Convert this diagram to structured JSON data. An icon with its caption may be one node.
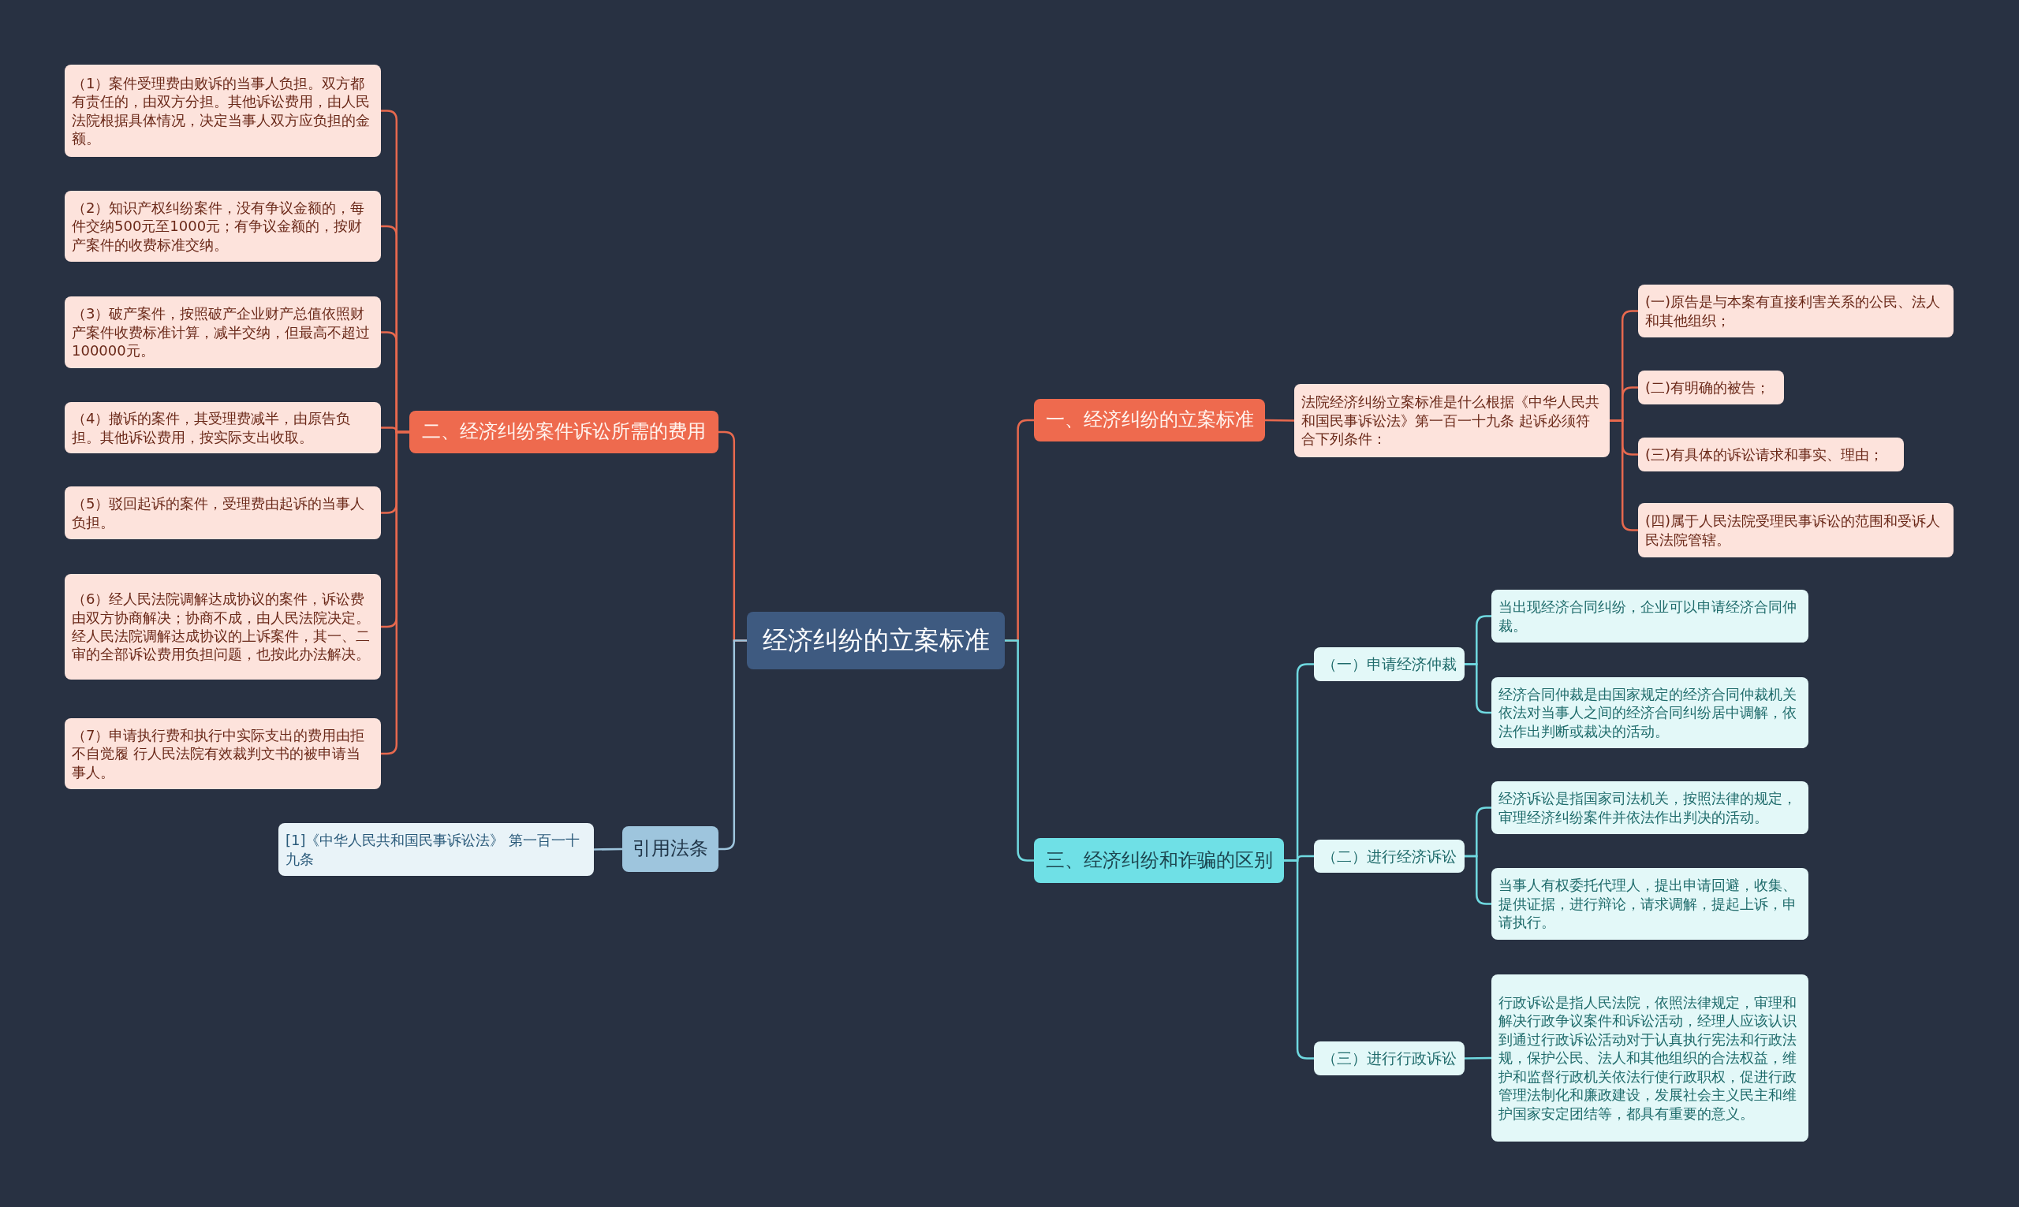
{
  "diagram": {
    "nodes": [
      {
        "text": [
          "经济纠纷的立案标准"
        ]
      },
      {
        "text": [
          "一、经济纠纷的立案标准"
        ]
      },
      {
        "text": [
          "法院经济纠纷立案标准是什么根据《中华人民共和国民事诉讼法》第一百一十九条 起诉必须符合下列条件："
        ]
      },
      {
        "text": [
          "(一)原告是与本案有直接利害关系的公民、法人和其他组织；"
        ]
      },
      {
        "text": [
          "(二)有明确的被告；"
        ]
      },
      {
        "text": [
          "(三)有具体的诉讼请求和事实、理由；"
        ]
      },
      {
        "text": [
          "(四)属于人民法院受理民事诉讼的范围和受诉人民法院管辖。"
        ]
      },
      {
        "text": [
          "二、经济纠纷案件诉讼所需的费用"
        ]
      },
      {
        "text": [
          "（1）案件受理费由败诉的当事人负担。双方都有责任的，由双方分担。其他诉讼费用，由人民法院根据具体情况，决定当事人双方应负担的金额。"
        ]
      },
      {
        "text": [
          "（2）知识产权纠纷案件，没有争议金额的，每件交纳500元至1000元；有争议金额的，按财产案件的收费标准交纳。"
        ]
      },
      {
        "text": [
          "（3）破产案件，按照破产企业财产总值依照财产案件收费标准计算，减半交纳，但最高不超过100000元。"
        ]
      },
      {
        "text": [
          "（4）撤诉的案件，其受理费减半，由原告负担。其他诉讼费用，按实际支出收取。"
        ]
      },
      {
        "text": [
          "（5）驳回起诉的案件，受理费由起诉的当事人负担。"
        ]
      },
      {
        "text": [
          "（6）经人民法院调解达成协议的案件，诉讼费由双方协商解决；协商不成，由人民法院决定。经人民法院调解达成协议的上诉案件，其一、二审的全部诉讼费用负担问题，也按此办法解决。"
        ]
      },
      {
        "text": [
          "（7）申请执行费和执行中实际支出的费用由拒不自觉履 行人民法院有效裁判文书的被申请当事人。"
        ]
      },
      {
        "text": [
          "三、经济纠纷和诈骗的区别"
        ]
      },
      {
        "text": [
          "（一）申请经济仲裁"
        ]
      },
      {
        "text": [
          "当出现经济合同纠纷，企业可以申请经济合同仲裁。"
        ]
      },
      {
        "text": [
          "经济合同仲裁是由国家规定的经济合同仲裁机关依法对当事人之间的经济合同纠纷居中调解，依法作出判断或裁决的活动。"
        ]
      },
      {
        "text": [
          "（二）进行经济诉讼"
        ]
      },
      {
        "text": [
          "经济诉讼是指国家司法机关，按照法律的规定，审理经济纠纷案件并依法作出判决的活动。"
        ]
      },
      {
        "text": [
          "当事人有权委托代理人，提出申请回避，收集、提供证据，进行辩论，请求调解，提起上诉，申请执行。"
        ]
      },
      {
        "text": [
          "（三）进行行政诉讼"
        ]
      },
      {
        "text": [
          "行政诉讼是指人民法院，依照法律规定，审理和解决行政争议案件和诉讼活动，经理人应该认识到通过行政诉讼活动对于认真执行宪法和行政法规，保护公民、法人和其他组织的合法权益，维护和监督行政机关依法行使行政职权，促进行政管理法制化和廉政建设，发展社会主义民主和维护国家安定团结等，都具有重要的意义。"
        ]
      },
      {
        "text": [
          "引用法条"
        ]
      },
      {
        "text": [
          "[1]《中华人民共和国民事诉讼法》 第一百一十九条"
        ]
      }
    ],
    "edges": [
      {
        "from": 0,
        "to": 1,
        "arrow": "none"
      },
      {
        "from": 1,
        "to": 2,
        "arrow": "none"
      },
      {
        "from": 2,
        "to": 3,
        "arrow": "none"
      },
      {
        "from": 2,
        "to": 4,
        "arrow": "none"
      },
      {
        "from": 2,
        "to": 5,
        "arrow": "none"
      },
      {
        "from": 2,
        "to": 6,
        "arrow": "none"
      },
      {
        "from": 0,
        "to": 7,
        "arrow": "none"
      },
      {
        "from": 7,
        "to": 8,
        "arrow": "none"
      },
      {
        "from": 7,
        "to": 9,
        "arrow": "none"
      },
      {
        "from": 7,
        "to": 10,
        "arrow": "none"
      },
      {
        "from": 7,
        "to": 11,
        "arrow": "none"
      },
      {
        "from": 7,
        "to": 12,
        "arrow": "none"
      },
      {
        "from": 7,
        "to": 13,
        "arrow": "none"
      },
      {
        "from": 7,
        "to": 14,
        "arrow": "none"
      },
      {
        "from": 0,
        "to": 15,
        "arrow": "none",
        "color": "#6fd9e0"
      },
      {
        "from": 15,
        "to": 16,
        "arrow": "none",
        "color": "#6fd9e0"
      },
      {
        "from": 16,
        "to": 17,
        "arrow": "none",
        "color": "#6fd9e0"
      },
      {
        "from": 16,
        "to": 18,
        "arrow": "none",
        "color": "#6fd9e0"
      },
      {
        "from": 15,
        "to": 19,
        "arrow": "none",
        "color": "#6fd9e0"
      },
      {
        "from": 19,
        "to": 20,
        "arrow": "none",
        "color": "#6fd9e0"
      },
      {
        "from": 19,
        "to": 21,
        "arrow": "none",
        "color": "#6fd9e0"
      },
      {
        "from": 15,
        "to": 22,
        "arrow": "none",
        "color": "#6fd9e0"
      },
      {
        "from": 22,
        "to": 23,
        "arrow": "none",
        "color": "#6fd9e0"
      },
      {
        "from": 0,
        "to": 24,
        "arrow": "none",
        "color": "#9ec5dd"
      },
      {
        "from": 24,
        "to": 25,
        "arrow": "none",
        "color": "#9ec5dd"
      }
    ]
  }
}
